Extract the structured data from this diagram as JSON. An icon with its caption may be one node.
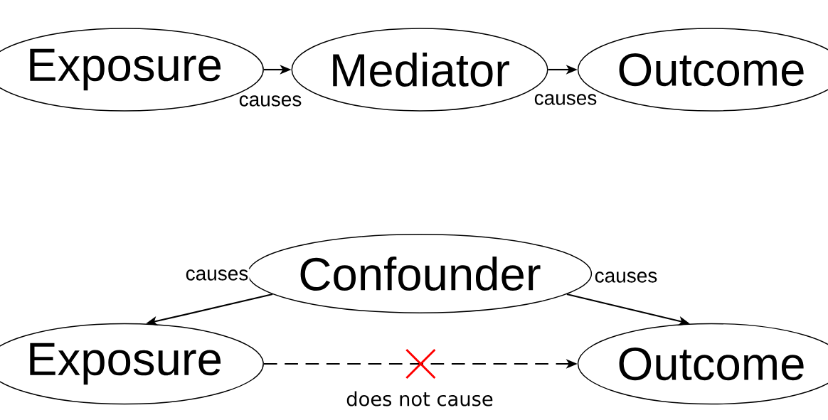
{
  "diagram": {
    "nodes": [
      {
        "text": [
          "Exposure"
        ]
      },
      {
        "text": [
          "Mediator"
        ]
      },
      {
        "text": [
          "Outcome"
        ]
      },
      {
        "text": [
          "Confounder"
        ]
      },
      {
        "text": [
          "Exposure"
        ]
      },
      {
        "text": [
          "Outcome"
        ]
      }
    ],
    "edges": [
      {
        "from": 0,
        "to": 1,
        "arrow": "to",
        "label": "causes"
      },
      {
        "from": 1,
        "to": 2,
        "arrow": "to",
        "label": "causes"
      },
      {
        "from": 3,
        "to": 4,
        "arrow": "to",
        "label": "causes"
      },
      {
        "from": 3,
        "to": 5,
        "arrow": "to",
        "label": "causes"
      },
      {
        "from": 4,
        "to": 5,
        "arrow": "to",
        "label": "does not cause",
        "style": "dashed"
      }
    ]
  }
}
